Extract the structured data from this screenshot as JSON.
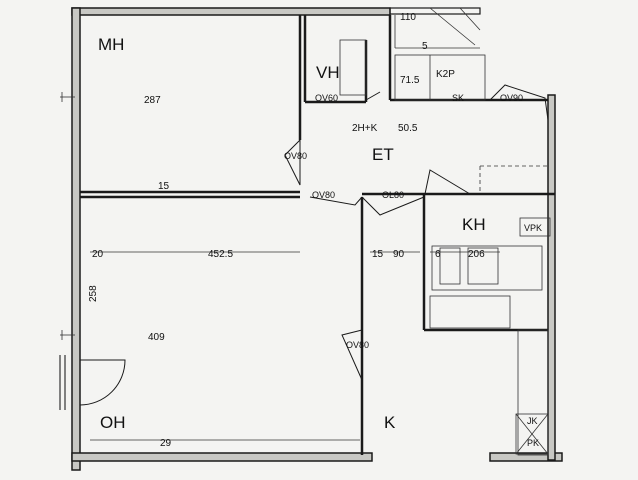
{
  "rooms": {
    "mh": "MH",
    "vh": "VH",
    "et": "ET",
    "kh": "KH",
    "oh": "OH",
    "k": "K"
  },
  "apartment": {
    "type_label": "2H+K",
    "area": "50.5"
  },
  "dimensions": {
    "mh_width": "287",
    "mh_wall": "15",
    "top_110": "110",
    "top_5": "5",
    "vh_dim": "71.5",
    "oh_width": "452.5",
    "oh_height": "409",
    "left_258": "258",
    "left_20": "20",
    "mid_15": "15",
    "mid_90": "90",
    "kh_6": "6",
    "kh_206": "206",
    "bottom_29": "29"
  },
  "door_labels": {
    "vh_door": "OV60",
    "et_mh": "OV80",
    "et_oh": "OV80",
    "et_kh": "OL80",
    "k_door": "OV80",
    "entry": "OV90"
  },
  "fixtures": {
    "k2p": "K2P",
    "sk": "SK",
    "vpk": "VPK",
    "jk": "JK",
    "pk": "PK"
  },
  "colors": {
    "wall": "#1a1a1a",
    "line": "#333333",
    "paper": "#f4f4f2"
  }
}
